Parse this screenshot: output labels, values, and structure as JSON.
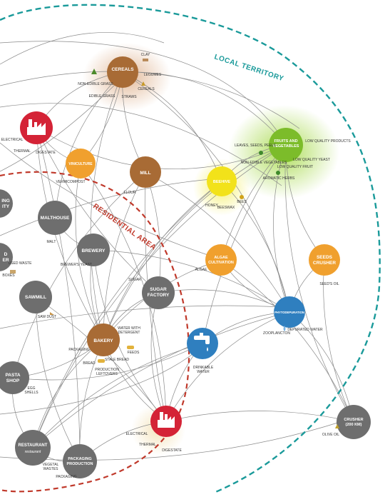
{
  "zones": {
    "local": {
      "label": "LOCAL TERRITORY",
      "color": "#1a9a9a"
    },
    "residential": {
      "label": "RESIDENTIAL AREA",
      "color": "#c0392b"
    }
  },
  "colors": {
    "grey": "#6e6e6e",
    "brown": "#a86b35",
    "orange": "#f0a02e",
    "yellow": "#f2e21a",
    "green": "#7cbc2a",
    "blue": "#2f7fbf",
    "red": "#d42336",
    "flow": "#8a8a8a"
  },
  "nodes": {
    "cereals": {
      "label": "CEREALS",
      "color": "brown",
      "icon": "grain-icon"
    },
    "thermal_plant_top": {
      "label": "",
      "color": "red",
      "icon": "factory-icon"
    },
    "viniculture": {
      "label": "VINICULTURE",
      "color": "orange",
      "icon": "vine-icon"
    },
    "mill": {
      "label": "MILL",
      "color": "brown",
      "icon": "mill-icon"
    },
    "beehive": {
      "label": "BEEHIVE",
      "color": "yellow",
      "icon": "bee-icon"
    },
    "fruits": {
      "label": "FRUITS AND VEGETABLES",
      "color": "green",
      "icon": "produce-icon"
    },
    "malthouse": {
      "label": "MALTHOUSE",
      "color": "grey",
      "icon": "malt-icon"
    },
    "brewery": {
      "label": "BREWERY",
      "color": "grey",
      "icon": "beer-icon"
    },
    "sawmill": {
      "label": "SAWMILL",
      "color": "grey",
      "icon": "saw-icon"
    },
    "sugar_factory": {
      "label": "SUGAR FACTORY",
      "color": "grey",
      "icon": "sugar-icon"
    },
    "algae": {
      "label": "ALGAE CULTIVATION",
      "color": "orange",
      "icon": "algae-icon"
    },
    "seeds_crusher": {
      "label": "SEEDS CRUSHER",
      "color": "orange",
      "icon": "seed-icon"
    },
    "phytodepuration": {
      "label": "PHYTODEPURATION",
      "color": "blue",
      "icon": "water-plant-icon"
    },
    "bakery": {
      "label": "BAKERY",
      "color": "brown",
      "icon": "bread-icon"
    },
    "water_tap": {
      "label": "",
      "color": "blue",
      "icon": "water-tap-icon"
    },
    "pasta_shop": {
      "label": "PASTA SHOP",
      "color": "grey",
      "icon": "pasta-icon"
    },
    "restaurant": {
      "label": "RESTAURANT",
      "sub": "restaurant",
      "color": "grey",
      "icon": "dish-icon"
    },
    "packaging": {
      "label": "PACKAGING PRODUCTION",
      "color": "grey",
      "icon": "box-icon"
    },
    "thermal_plant_bottom": {
      "label": "",
      "color": "red",
      "icon": "factory-icon"
    },
    "crusher": {
      "label": "CRUSHER (200 KM)",
      "color": "grey",
      "icon": "crusher-icon"
    },
    "left_a": {
      "label": "ING ITY",
      "color": "grey"
    },
    "left_b": {
      "label": "D ER",
      "color": "grey"
    }
  },
  "flows": {
    "clay": "CLAY",
    "legumes": "LEGUMES",
    "cereals_out": "CEREALS",
    "non_edible_grass": "NON-EDIBLE GRASS",
    "edible_grass": "EDIBLE GRASS",
    "straws": "STRAWS",
    "electrical_top": "ELECTRICAL",
    "thermal_top": "THERMAL",
    "digestate_top": "DIGESTATE",
    "vermicompost": "VERMICOMPOST",
    "flour": "FLOUR",
    "honey": "HONEY",
    "beeswax": "BEESWAX",
    "bees": "BEES",
    "low_quality_products": "LOW QUALITY PRODUCTS",
    "leaves_seeds_peels": "LEAVES, SEEDS, PEELS",
    "non_edible_vegetables": "NON-EDIBLE VEGETABLES",
    "low_quality_yeast": "LOW QUALITY YEAST",
    "low_quality_fruit": "LOW QUALITY FRUIT",
    "aromatic_herbs": "AROMATIC HERBS",
    "malt": "MALT",
    "brewers_yeast": "BREWER'S YEAST",
    "used_waste": "USED WASTE",
    "boxes": "BOXES",
    "sugar": "SUGAR",
    "algae_out": "ALGAE",
    "seeds_oil": "SEED'S OIL",
    "depurated_water": "DEPURATED WATER",
    "zooplancton": "ZOOPLANCTON",
    "saw_dust": "SAW DUST",
    "packaging": "PACKAGING",
    "water_with_detergent": "WATER WITH DETERGENT",
    "feeds": "FEEDS",
    "bread": "BREAD",
    "stale_bread": "STALE BREAD",
    "production_leftovers": "PRODUCTION LEFTOVERS",
    "drinkable_water": "DRINKABLE WATER",
    "egg_shells": "EGG SHELLS",
    "olive_oil": "OLIVE OIL",
    "electrical_bottom": "ELECTRICAL",
    "thermal_bottom": "THERMAL",
    "digestate_bottom": "DIGESTATE",
    "vegetal_wastes": "VEGETAL WASTES",
    "packaging_bottom": "PACKAGING"
  }
}
